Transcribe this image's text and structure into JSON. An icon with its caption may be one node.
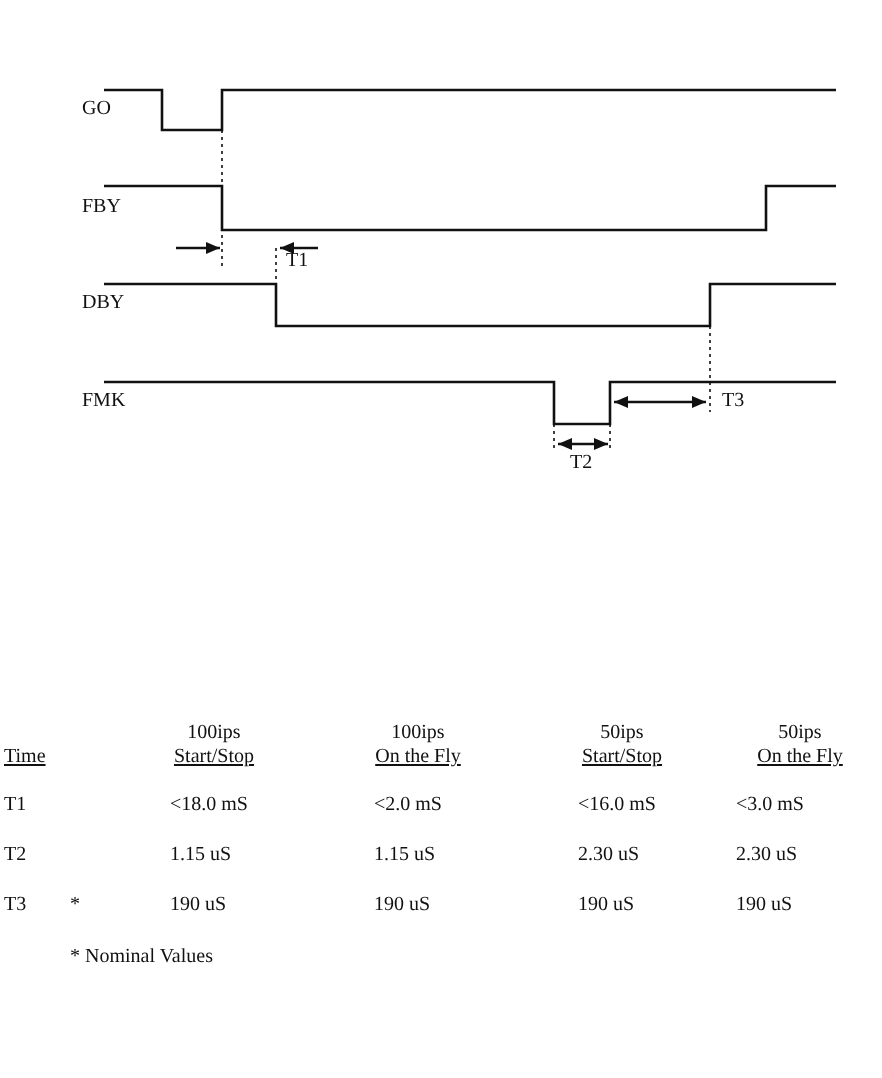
{
  "diagram": {
    "labels": [
      "GO",
      "FBY",
      "DBY",
      "FMK",
      "T1",
      "T3",
      "T2",
      "Time",
      "100ips Start/Stop",
      "100ips On the Fly",
      "50ips Start/Stop",
      "50ips On the Fly",
      "T1",
      "<18.0 mS",
      "<2.0 mS",
      "<16.0 mS",
      "<3.0 mS",
      "T2",
      "1.15 uS",
      "1.15 uS",
      "2.30 uS",
      "2.30 uS",
      "T3",
      "*",
      "190 uS",
      "190 uS",
      "190 uS",
      "190 uS",
      "* Nominal Values"
    ]
  }
}
